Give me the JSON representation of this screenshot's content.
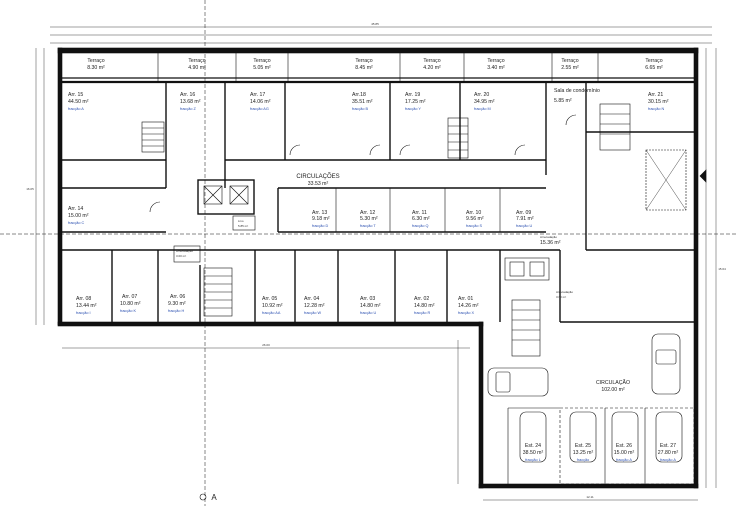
{
  "terraces": [
    {
      "label": "Terraço",
      "area": "8.30 m²"
    },
    {
      "label": "Terraço",
      "area": "4.90 m²"
    },
    {
      "label": "Terraço",
      "area": "5.05 m²"
    },
    {
      "label": "Terraço",
      "area": "8.45 m²"
    },
    {
      "label": "Terraço",
      "area": "4.20 m²"
    },
    {
      "label": "Terraço",
      "area": "3.40 m²"
    },
    {
      "label": "Terraço",
      "area": "2.55 m²"
    },
    {
      "label": "Terraço",
      "area": "6.65 m²"
    }
  ],
  "rooms": [
    {
      "name": "Arr. 15",
      "area": "44.50 m²",
      "fraction": "fracção A"
    },
    {
      "name": "Arr. 16",
      "area": "13.68 m²",
      "fraction": "fracção Z"
    },
    {
      "name": "Arr. 17",
      "area": "14.06 m²",
      "fraction": "fracção AG"
    },
    {
      "name": "Arr.18",
      "area": "35.51 m²",
      "fraction": "fracção B"
    },
    {
      "name": "Arr. 19",
      "area": "17.25 m²",
      "fraction": "fracção Y"
    },
    {
      "name": "Arr. 20",
      "area": "34.95 m²",
      "fraction": "fracção M"
    },
    {
      "name": "Sala de condomínio",
      "area": "5.85 m²",
      "fraction": ""
    },
    {
      "name": "Arr. 21",
      "area": "30.15 m²",
      "fraction": "fracção N"
    },
    {
      "name": "Arr. 14",
      "area": "15.00 m²",
      "fraction": "fracção C"
    },
    {
      "name": "Arr. 13",
      "area": "9.18 m²",
      "fraction": "fracção D"
    },
    {
      "name": "Arr. 12",
      "area": "5.30 m²",
      "fraction": "fracção T"
    },
    {
      "name": "Arr. 11",
      "area": "6.30 m²",
      "fraction": "fracção Q"
    },
    {
      "name": "Arr. 10",
      "area": "9.56 m²",
      "fraction": "fracção S"
    },
    {
      "name": "Arr. 09",
      "area": "7.91 m²",
      "fraction": "fracção U"
    },
    {
      "name": "Arr. 08",
      "area": "13.44 m²",
      "fraction": "fracção I"
    },
    {
      "name": "Arr. 07",
      "area": "10.80 m²",
      "fraction": "fracção K"
    },
    {
      "name": "Arr. 06",
      "area": "9.30 m²",
      "fraction": "fracção H"
    },
    {
      "name": "Arr. 05",
      "area": "10.92 m²",
      "fraction": "fracção AA"
    },
    {
      "name": "Arr. 04",
      "area": "12.28 m²",
      "fraction": "fracção W"
    },
    {
      "name": "Arr. 03",
      "area": "14.80 m²",
      "fraction": "fracção U"
    },
    {
      "name": "Arr. 02",
      "area": "14.80 m²",
      "fraction": "fracção R"
    },
    {
      "name": "Arr. 01",
      "area": "14.26 m²",
      "fraction": "fracção X"
    }
  ],
  "circulations": {
    "label": "CIRCULAÇÕES",
    "area": "33.53 m²"
  },
  "small_spaces": [
    {
      "label": "Lixo",
      "area": "5.85 m²"
    },
    {
      "label": "Arrecadação",
      "area": "3.00 m²"
    },
    {
      "label": "Arrecadação",
      "area": "15.36 m²"
    },
    {
      "label": "Arrecadação",
      "area": "3.60 m²"
    }
  ],
  "garage": {
    "label": "CIRCULAÇÃO",
    "area": "102.00 m²"
  },
  "parking": [
    {
      "name": "Est. 24",
      "area": "38.50 m²",
      "fraction": "fracção L"
    },
    {
      "name": "Est. 25",
      "area": "13.25 m²",
      "fraction": "fracção"
    },
    {
      "name": "Est. 26",
      "area": "15.00 m²",
      "fraction": "fracção A"
    },
    {
      "name": "Est. 27",
      "area": "27.80 m²",
      "fraction": "fracção A"
    }
  ],
  "section_marker": "A",
  "dimensions": {
    "overall_top": "45.85",
    "mid_left": "26.00",
    "right_total": "15.64",
    "left_total": "16.05",
    "garage_w": "12.11"
  }
}
